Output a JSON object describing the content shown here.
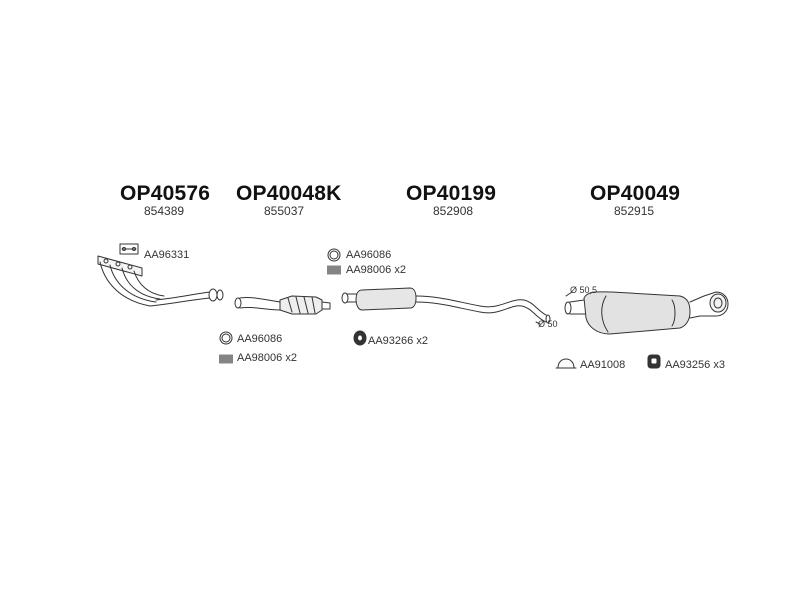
{
  "sections": [
    {
      "code": "OP40576",
      "ref": "854389"
    },
    {
      "code": "OP40048K",
      "ref": "855037"
    },
    {
      "code": "OP40199",
      "ref": "852908"
    },
    {
      "code": "OP40049",
      "ref": "852915"
    }
  ],
  "parts": {
    "gasket_1": "AA96331",
    "ring_1": "AA96086",
    "spring_1": "AA98006 x2",
    "ring_2": "AA96086",
    "spring_2": "AA98006 x2",
    "hanger_1": "AA93266 x2",
    "clamp_1": "AA91008",
    "hanger_2": "AA93256 x3"
  },
  "dimensions": {
    "d1": "Ø 50,5",
    "d2": "Ø 50"
  },
  "icons": {
    "ring": "ring-icon",
    "spring": "spring-icon",
    "hanger": "rubber-hanger-icon",
    "clamp": "clamp-icon",
    "gasket": "gasket-icon"
  }
}
